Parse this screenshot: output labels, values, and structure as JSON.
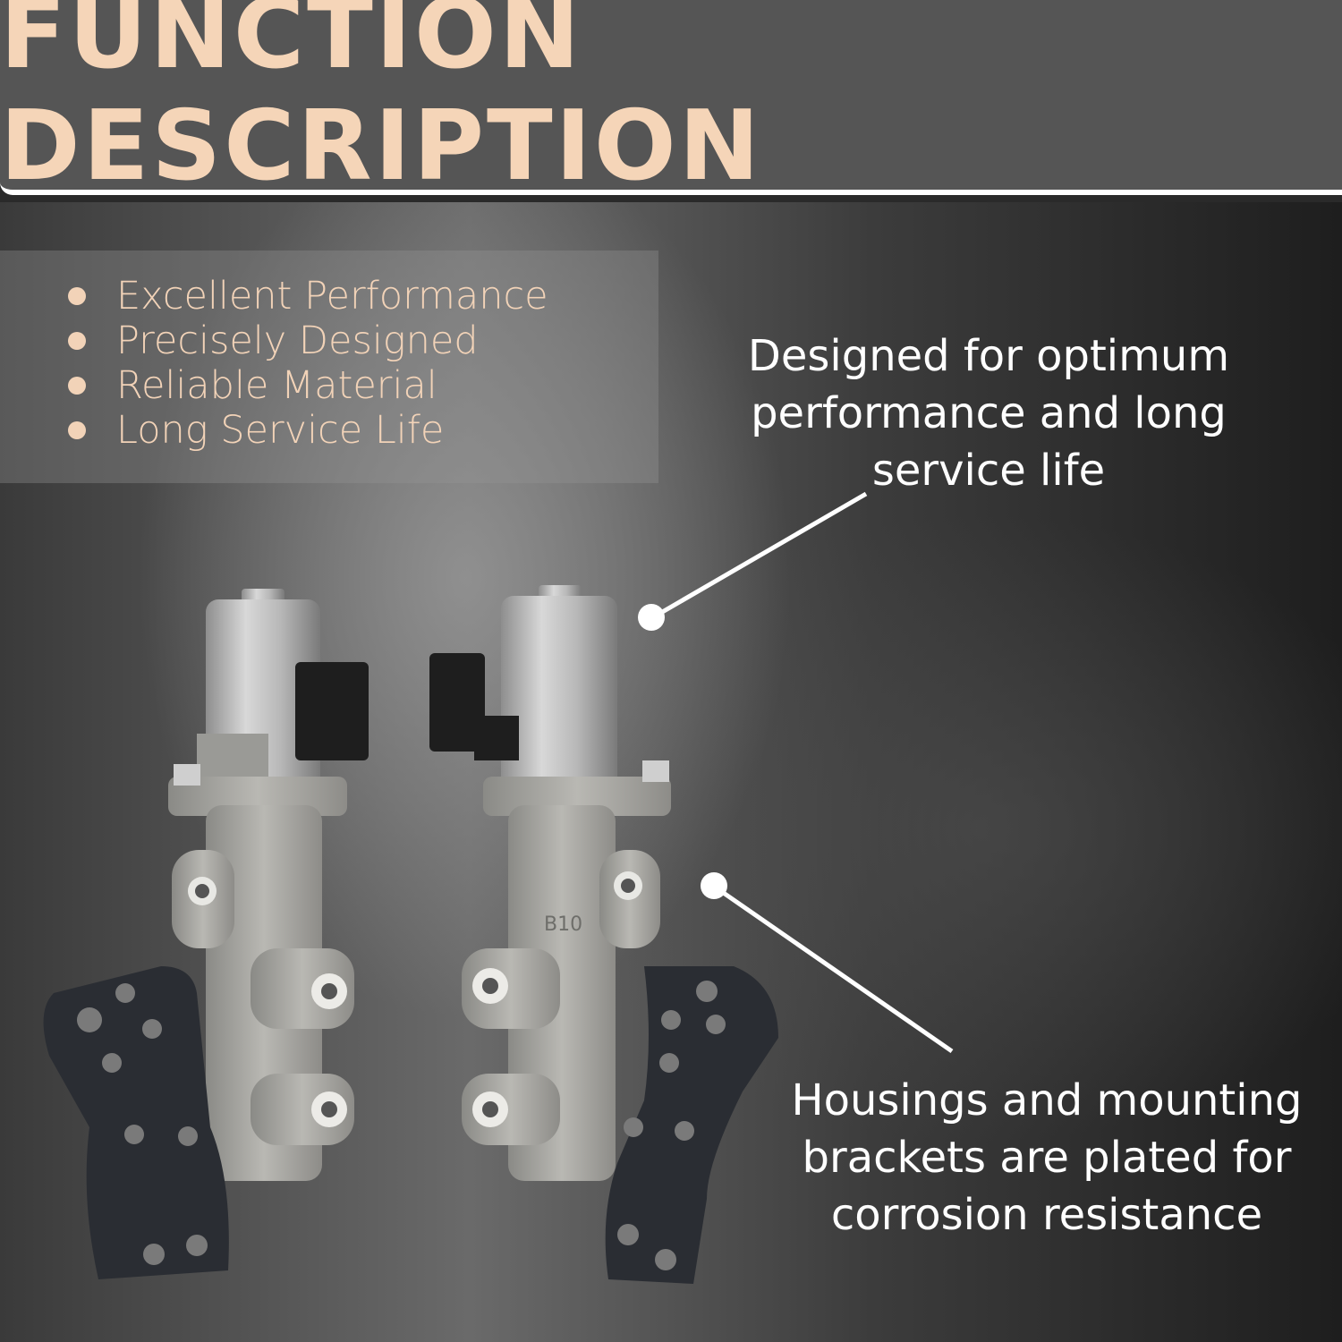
{
  "header": {
    "title": "FUNCTION DESCRIPTION"
  },
  "features": [
    "Excellent Performance",
    "Precisely Designed",
    "Reliable Material",
    "Long Service Life"
  ],
  "callouts": {
    "top": [
      "Designed for optimum",
      "performance and long",
      "service life"
    ],
    "bottom": [
      "Housings and mounting",
      "brackets are plated for",
      "corrosion resistance"
    ]
  },
  "product": {
    "part_mark": "B10"
  },
  "colors": {
    "header_bg": "#555555",
    "title": "#f5d5b8",
    "bullet_text": "#f2d3b8",
    "callout_text": "#ffffff"
  }
}
